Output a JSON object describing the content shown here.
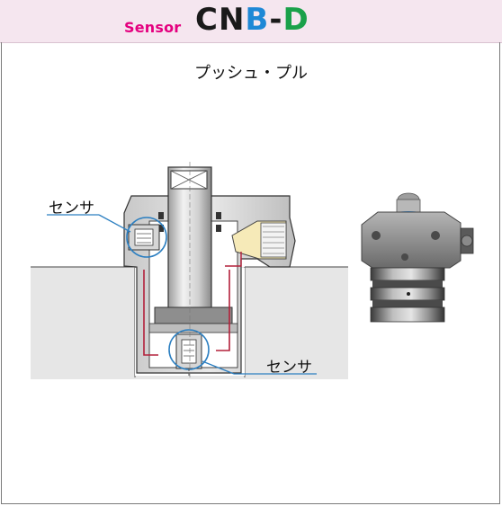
{
  "header": {
    "series_label": "Sensor",
    "model_parts": [
      {
        "text": "CN",
        "color": "#1a1a1a"
      },
      {
        "text": "B",
        "color": "#1e88d6"
      },
      {
        "text": "-",
        "color": "#1a1a1a"
      },
      {
        "text": "D",
        "color": "#1aa14a"
      }
    ],
    "series_color": "#e4007f",
    "background": "#f5e6ef"
  },
  "diagram": {
    "subtitle": "プッシュ・プル",
    "sensor_label_left": "センサ",
    "sensor_label_right": "センサ",
    "accent_color": "#2c7fc1",
    "line_color": "#b3203a"
  }
}
